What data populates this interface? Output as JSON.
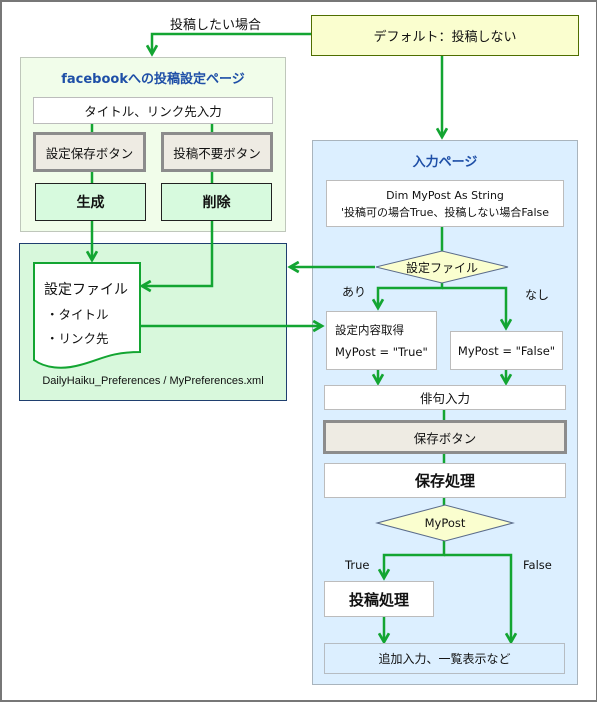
{
  "default_box": "デフォルト：投稿しない",
  "edge_labels": {
    "want_post": "投稿したい場合",
    "exists": "あり",
    "not_exists": "なし",
    "true": "True",
    "false": "False"
  },
  "facebook_page": {
    "title": "facebookへの投稿設定ページ",
    "input_box": "タイトル、リンク先入力",
    "save_settings_button": "設定保存ボタン",
    "no_post_button": "投稿不要ボタン",
    "generate": "生成",
    "delete": "削除"
  },
  "settings_file": {
    "title": "設定ファイル",
    "items": [
      "・タイトル",
      "・リンク先"
    ],
    "path": "DailyHaiku_Preferences / MyPreferences.xml"
  },
  "input_page": {
    "title": "入力ページ",
    "declaration_line1": "Dim MyPost As String",
    "declaration_line2": "'投稿可の場合True、投稿しない場合False",
    "decision_file": "設定ファイル",
    "get_settings_line1": "設定内容取得",
    "get_settings_line2": "MyPost = \"True\"",
    "set_false": "MyPost = \"False\"",
    "haiku_input": "俳句入力",
    "save_button": "保存ボタン",
    "save_process": "保存処理",
    "decision_mypost": "MyPost",
    "post_process": "投稿処理",
    "additional": "追加入力、一覧表示など"
  },
  "colors": {
    "arrow": "#13a532",
    "title_blue": "#1e4fa7"
  }
}
